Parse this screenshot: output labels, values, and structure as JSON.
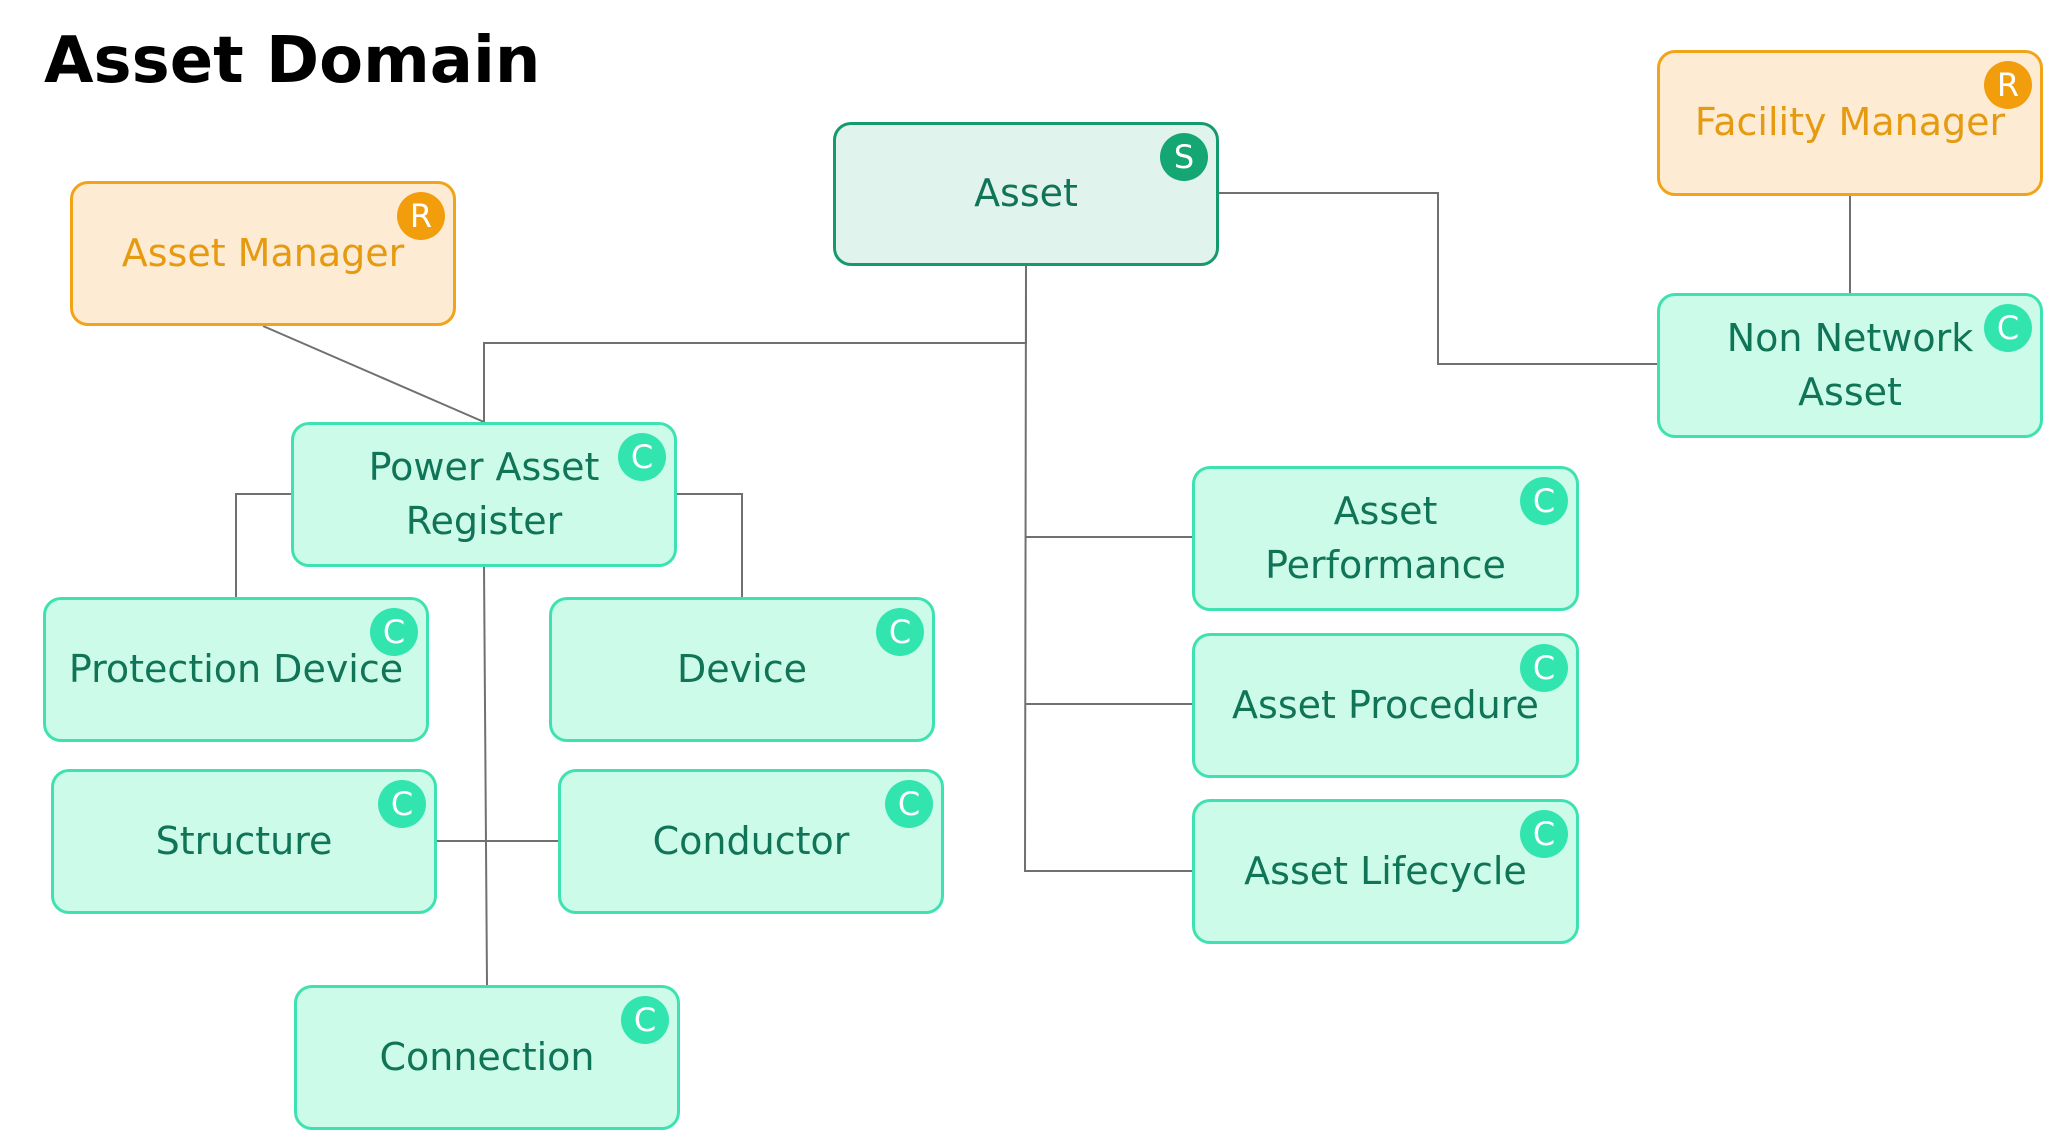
{
  "title": "Asset Domain",
  "nodes": {
    "asset": {
      "label": "Asset",
      "badge": "S"
    },
    "facility_manager": {
      "label": "Facility Manager",
      "badge": "R"
    },
    "asset_manager": {
      "label": "Asset Manager",
      "badge": "R"
    },
    "non_network_asset": {
      "label": "Non Network\nAsset",
      "badge": "C"
    },
    "power_asset_register": {
      "label": "Power Asset\nRegister",
      "badge": "C"
    },
    "asset_performance": {
      "label": "Asset Performance",
      "badge": "C"
    },
    "protection_device": {
      "label": "Protection Device",
      "badge": "C"
    },
    "device": {
      "label": "Device",
      "badge": "C"
    },
    "asset_procedure": {
      "label": "Asset Procedure",
      "badge": "C"
    },
    "structure": {
      "label": "Structure",
      "badge": "C"
    },
    "conductor": {
      "label": "Conductor",
      "badge": "C"
    },
    "asset_lifecycle": {
      "label": "Asset Lifecycle",
      "badge": "C"
    },
    "connection": {
      "label": "Connection",
      "badge": "C"
    }
  },
  "colors": {
    "component_fill": "#ccfbe9",
    "component_border": "#3ee2b1",
    "subject_fill": "#e0f3ec",
    "subject_border": "#159a6b",
    "role_fill": "#fdebd3",
    "role_border": "#f2a419",
    "text_green": "#107457",
    "text_orange": "#e59a10",
    "connector": "#707070"
  }
}
